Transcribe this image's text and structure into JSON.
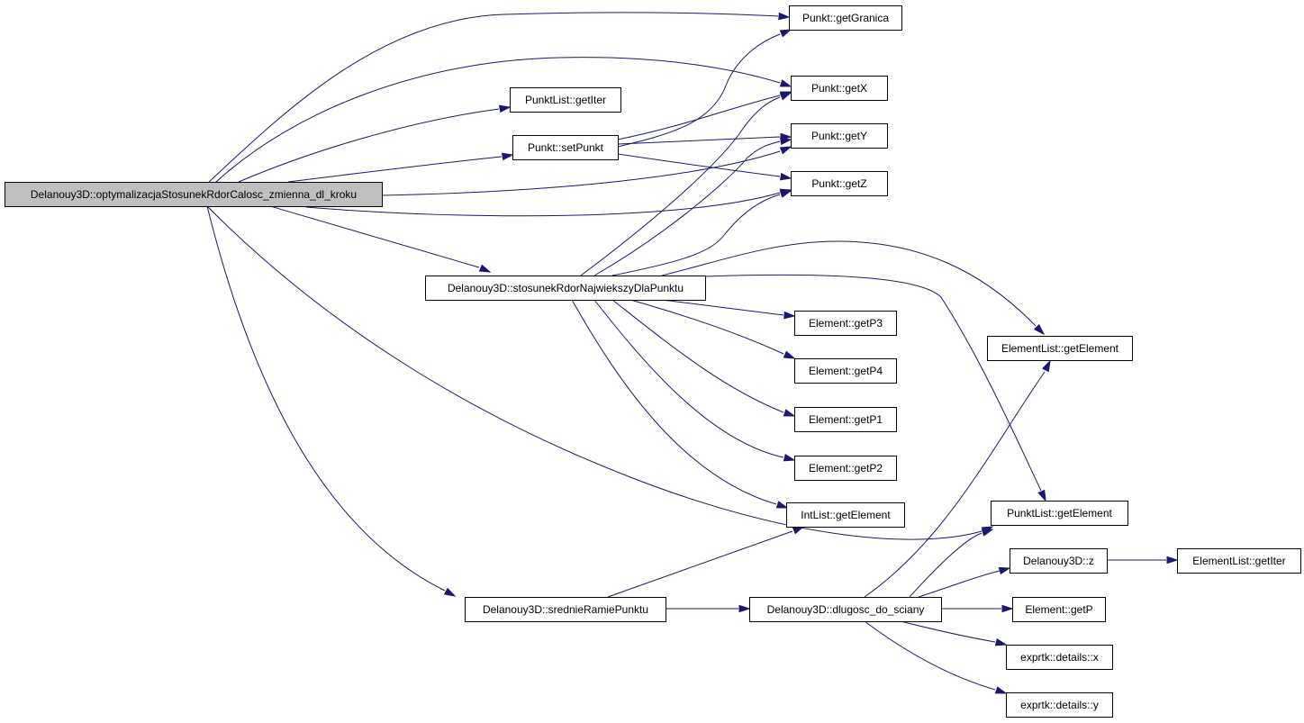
{
  "nodes": {
    "root": "Delanouy3D::optymalizacjaStosunekRdorCalosc_zmienna_dl_kroku",
    "getGranica": "Punkt::getGranica",
    "getX": "Punkt::getX",
    "getY": "Punkt::getY",
    "getZ": "Punkt::getZ",
    "pl_getIter": "PunktList::getIter",
    "setPunkt": "Punkt::setPunkt",
    "stosunek": "Delanouy3D::stosunekRdorNajwiekszyDlaPunktu",
    "getP3": "Element::getP3",
    "getP4": "Element::getP4",
    "getP1": "Element::getP1",
    "getP2": "Element::getP2",
    "il_getElement": "IntList::getElement",
    "el_getElement": "ElementList::getElement",
    "pl_getElement": "PunktList::getElement",
    "srednie": "Delanouy3D::srednieRamiePunktu",
    "dlugosc": "Delanouy3D::dlugosc_do_sciany",
    "d3_z": "Delanouy3D::z",
    "el_getIter": "ElementList::getIter",
    "getP": "Element::getP",
    "ex_x": "exprtk::details::x",
    "ex_y": "exprtk::details::y"
  },
  "colors": {
    "edge": "#191970",
    "root_fill": "#bfbfbf",
    "node_fill": "#ffffff",
    "node_stroke": "#000000"
  }
}
